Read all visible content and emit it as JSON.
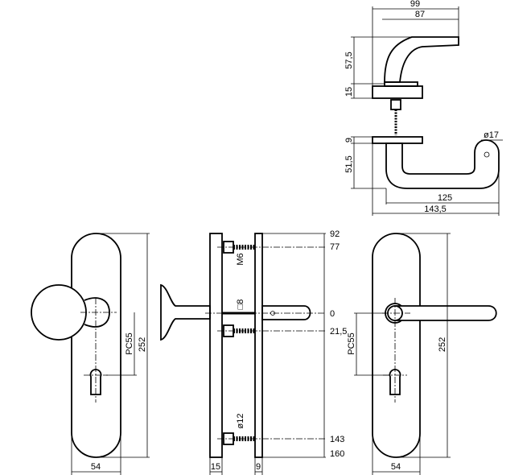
{
  "top_view": {
    "width_total": "99",
    "width_lever": "87",
    "height_lever": "57,5",
    "rose_thickness": "15"
  },
  "side_view": {
    "rose_thickness": "9",
    "height": "51,5",
    "diameter": "ø17",
    "reach": "125",
    "overall": "143,5"
  },
  "knob_view": {
    "width": "54",
    "length": "252",
    "backset": "PC55"
  },
  "profile_view": {
    "thread": "M6",
    "spindle": "□8",
    "bore": "ø12",
    "plate_thickness_front": "15",
    "plate_thickness_back": "9",
    "marks": [
      "92",
      "77",
      "0",
      "21,5",
      "143",
      "160"
    ]
  },
  "lever_view": {
    "width": "54",
    "length": "252",
    "backset": "PC55"
  }
}
